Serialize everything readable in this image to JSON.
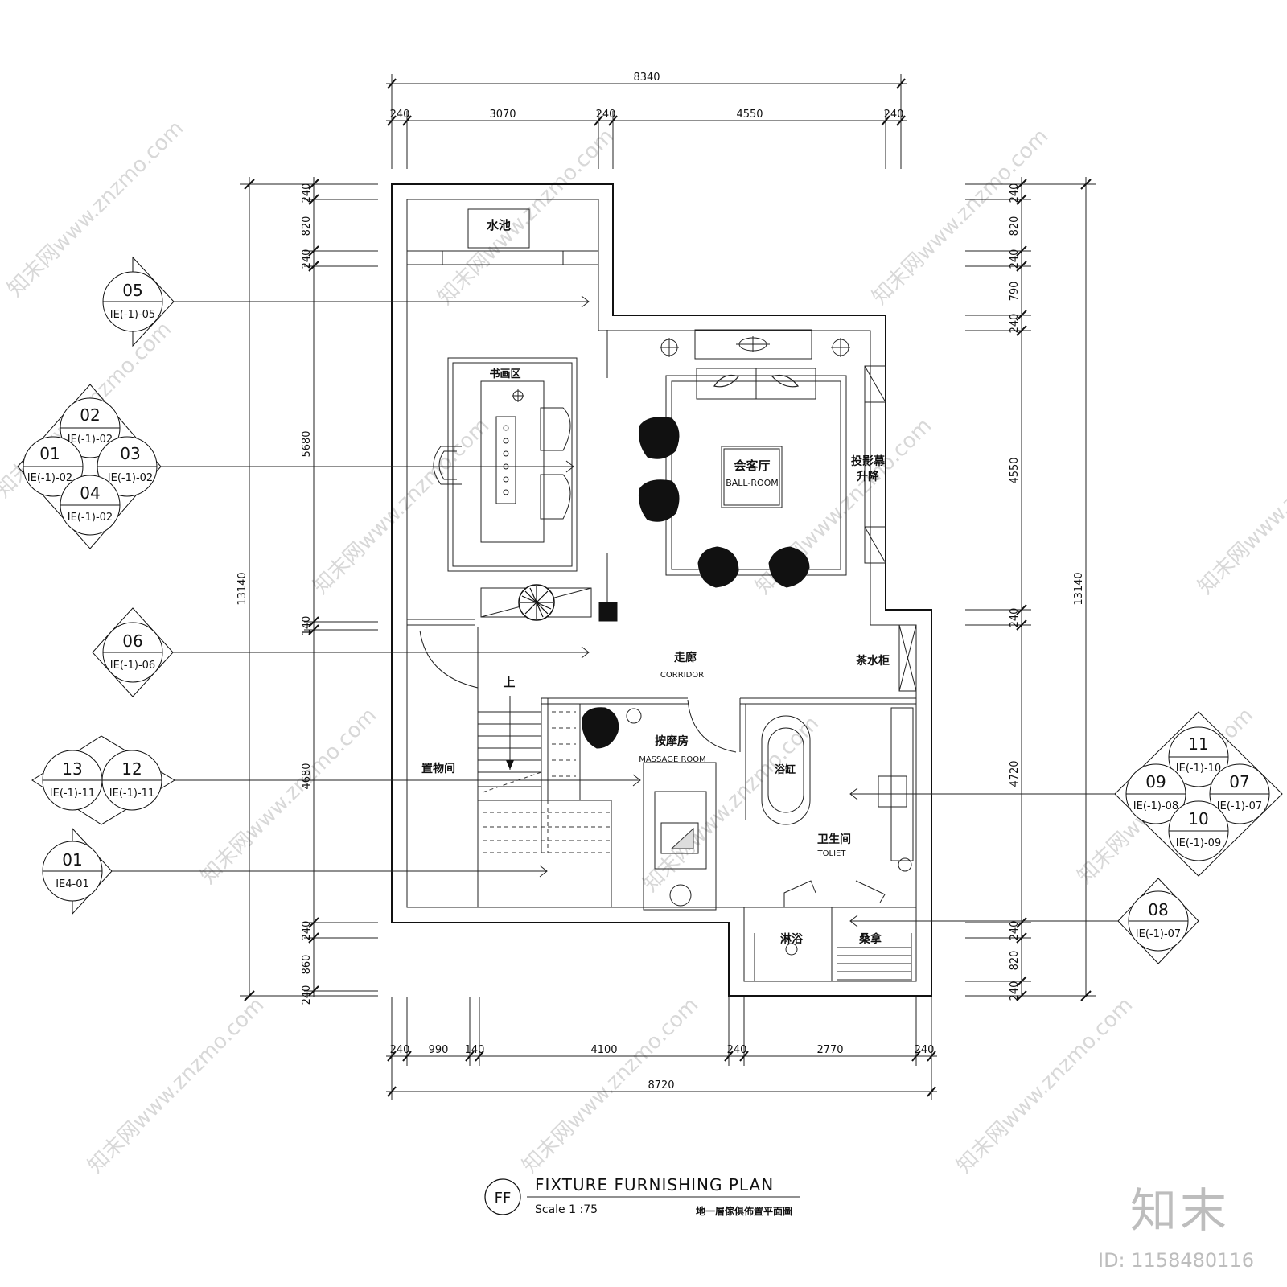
{
  "dimensions": {
    "top_total": "8340",
    "top_segments": [
      "240",
      "3070",
      "240",
      "4550",
      "240"
    ],
    "bottom_segments": [
      "240",
      "990",
      "140",
      "4100",
      "240",
      "2770",
      "240"
    ],
    "bottom_total": "8720",
    "left_total": "13140",
    "left_segments": [
      "240",
      "820",
      "240",
      "5680",
      "140",
      "4680",
      "240",
      "860",
      "240"
    ],
    "right_total": "13140",
    "right_segments": [
      "240",
      "820",
      "240",
      "790",
      "240",
      "4550",
      "240",
      "4720",
      "240",
      "820",
      "240"
    ]
  },
  "rooms": {
    "pool": "水池",
    "calligraphy": "书画区",
    "ballroom_cn": "会客厅",
    "ballroom_en": "BALL-ROOM",
    "projector_1": "投影幕",
    "projector_2": "升降",
    "corridor_cn": "走廊",
    "corridor_en": "CORRIDOR",
    "tea_cabinet": "茶水柜",
    "up": "上",
    "storage": "置物间",
    "massage_cn": "按摩房",
    "massage_en": "MASSAGE ROOM",
    "bathtub": "浴缸",
    "toilet_cn": "卫生间",
    "toilet_en": "TOLIET",
    "shower": "淋浴",
    "sauna": "桑拿"
  },
  "markers_left": [
    {
      "num": "05",
      "ref": "IE(-1)-05"
    },
    {
      "num": "02",
      "ref": "IE(-1)-02"
    },
    {
      "num": "01",
      "ref": "IE(-1)-02"
    },
    {
      "num": "03",
      "ref": "IE(-1)-02"
    },
    {
      "num": "04",
      "ref": "IE(-1)-02"
    },
    {
      "num": "06",
      "ref": "IE(-1)-06"
    },
    {
      "num": "13",
      "ref": "IE(-1)-11"
    },
    {
      "num": "12",
      "ref": "IE(-1)-11"
    },
    {
      "num": "01",
      "ref": "IE4-01"
    }
  ],
  "markers_right": [
    {
      "num": "11",
      "ref": "IE(-1)-10"
    },
    {
      "num": "09",
      "ref": "IE(-1)-08"
    },
    {
      "num": "07",
      "ref": "IE(-1)-07"
    },
    {
      "num": "10",
      "ref": "IE(-1)-09"
    },
    {
      "num": "08",
      "ref": "IE(-1)-07"
    }
  ],
  "title_block": {
    "badge": "FF",
    "title": "FIXTURE FURNISHING PLAN",
    "scale": "Scale 1 :75",
    "subtitle_cn": "地一層傢俱佈置平面圖"
  },
  "watermark": {
    "text": "知末网www.znzmo.com",
    "logo": "知末",
    "id": "ID: 1158480116"
  }
}
